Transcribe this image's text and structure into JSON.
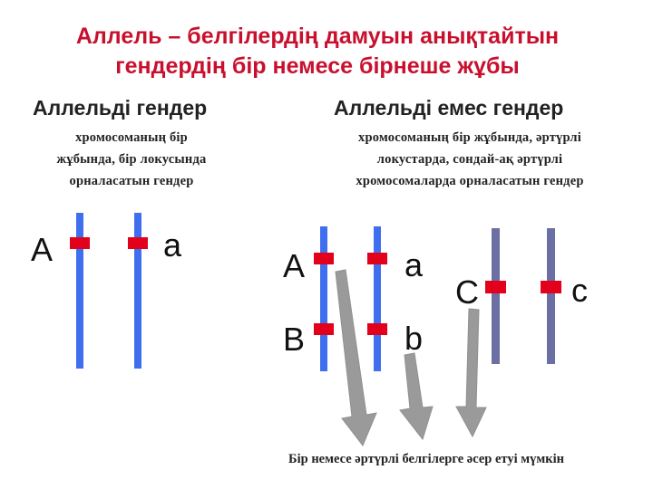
{
  "title": {
    "line1": "Аллель – белгілердің дамуын анықтайтын",
    "line2": "гендердің бір немесе бірнеше жұбы"
  },
  "left": {
    "heading": "Аллельді гендер",
    "desc": [
      "хромосоманың бір",
      "жұбында, бір локусында",
      "орналасатын гендер"
    ],
    "labels": [
      "A",
      "a"
    ]
  },
  "right": {
    "heading": "Аллельді емес гендер",
    "desc": [
      "хромосоманың бір жұбында, әртүрлі",
      "локустарда, сондай-ақ әртүрлі",
      "хромосомаларда орналасатын гендер"
    ],
    "labels": [
      "A",
      "a",
      "B",
      "b",
      "C",
      "c"
    ]
  },
  "footer": "Бір немесе әртүрлі белгілерге әсер етуі мүмкін",
  "colors": {
    "title": "#c8102e",
    "chromosome_blue": "#3f6fef",
    "chromosome_slate": "#6b6fa3",
    "locus": "#e3001b",
    "arrow": "#9a9a9a"
  }
}
